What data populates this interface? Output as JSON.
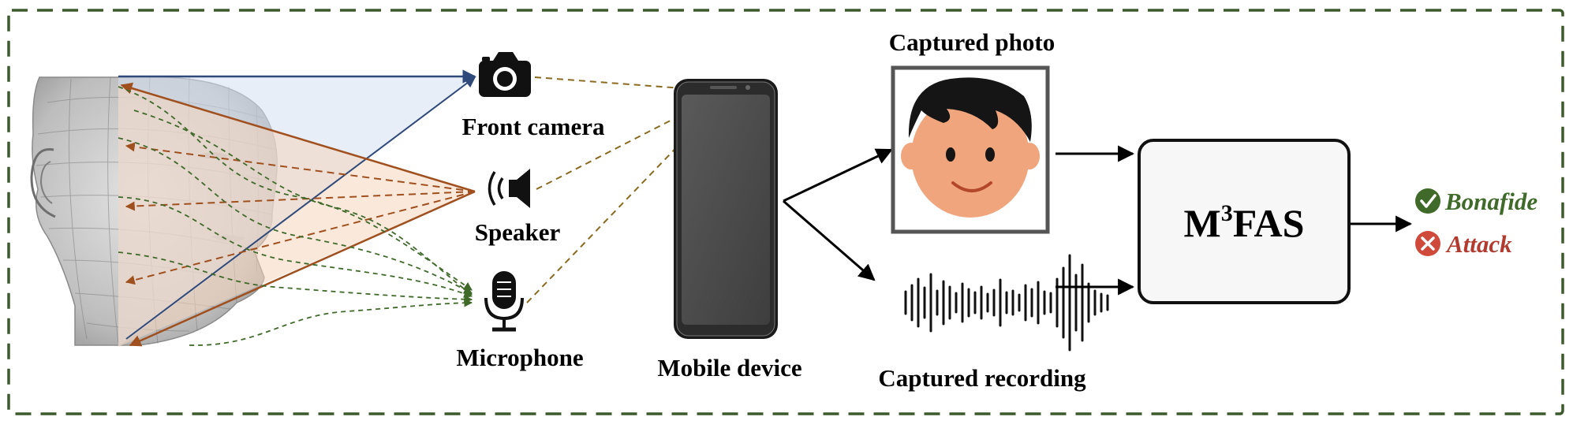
{
  "labels": {
    "front_camera": "Front camera",
    "speaker": "Speaker",
    "microphone": "Microphone",
    "mobile_device": "Mobile device",
    "captured_photo": "Captured photo",
    "captured_recording": "Captured recording",
    "model_name_m": "M",
    "model_name_sup": "3",
    "model_name_rest": "FAS",
    "bonafide": "Bonafide",
    "attack": "Attack"
  },
  "icons": [
    "camera-icon",
    "speaker-icon",
    "microphone-icon",
    "check-icon",
    "cross-icon",
    "cartoon-face-icon",
    "waveform-icon",
    "head-mesh-icon",
    "smartphone-icon"
  ],
  "colors": {
    "border_dash": "#3c5a2c",
    "camera_ray": "#2f4a7a",
    "camera_fill": "#d4e0f0",
    "speaker_ray": "#a0501e",
    "speaker_fill": "#f6d5bd",
    "mic_ray": "#3f6a2a",
    "device_link": "#8a6a1e",
    "bonafide": "#3f6a2a",
    "attack": "#b23a2e"
  }
}
